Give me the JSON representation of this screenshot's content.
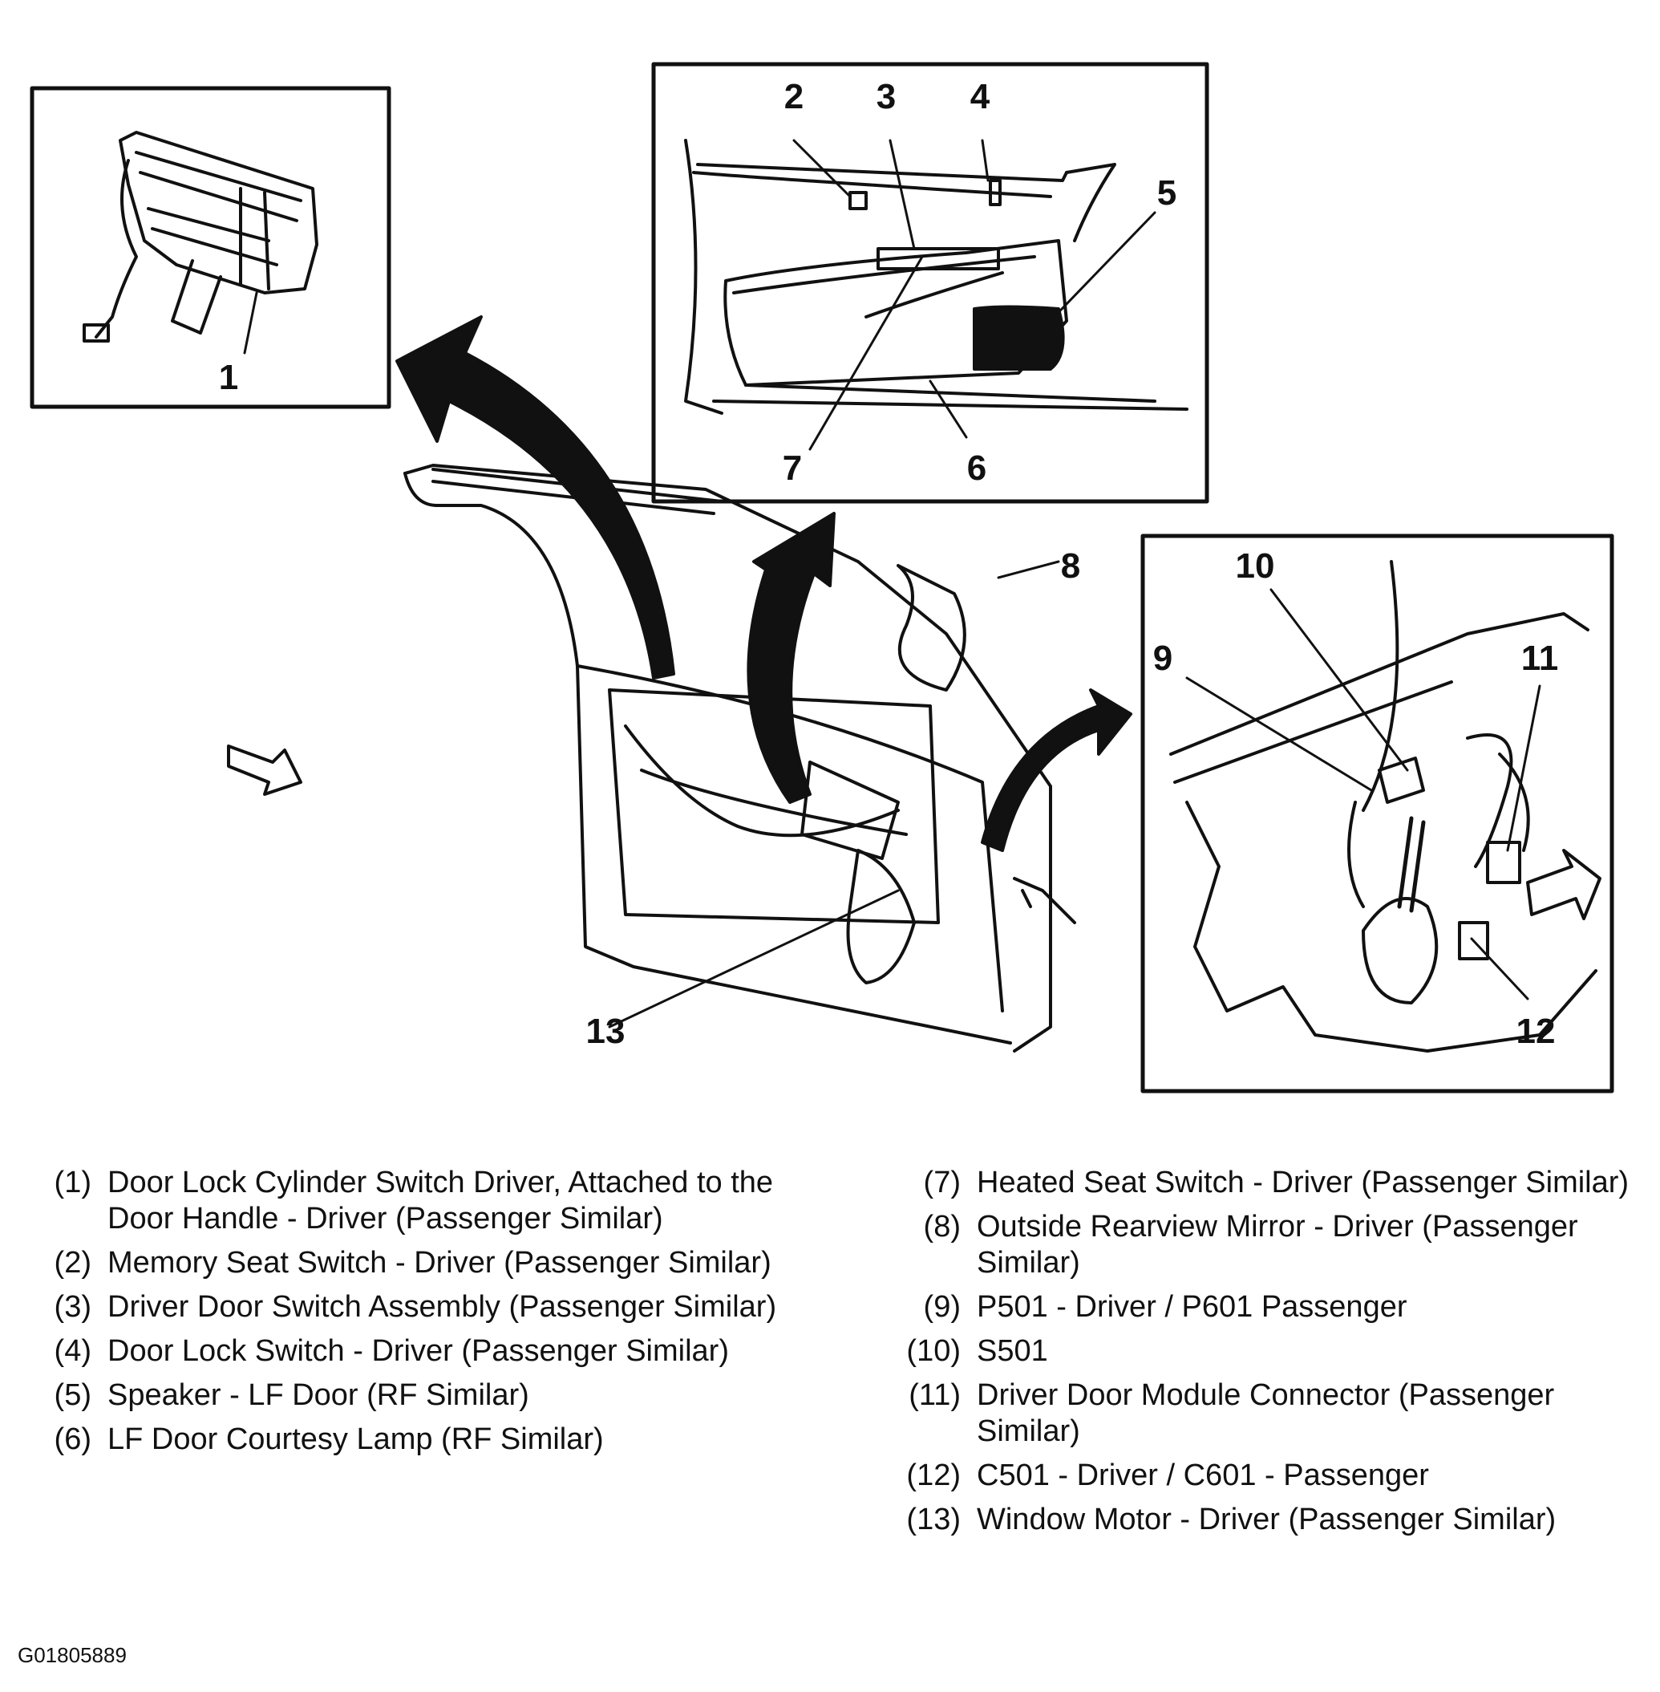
{
  "callouts": {
    "c1": "1",
    "c2": "2",
    "c3": "3",
    "c4": "4",
    "c5": "5",
    "c6": "6",
    "c7": "7",
    "c8": "8",
    "c9": "9",
    "c10": "10",
    "c11": "11",
    "c12": "12",
    "c13": "13"
  },
  "legend_left": [
    {
      "num": "(1)",
      "text": "Door Lock Cylinder Switch Driver, Attached to the Door Handle - Driver (Passenger Similar)"
    },
    {
      "num": "(2)",
      "text": "Memory Seat Switch - Driver (Passenger Similar)"
    },
    {
      "num": "(3)",
      "text": "Driver Door Switch Assembly (Passenger Similar)"
    },
    {
      "num": "(4)",
      "text": "Door Lock Switch - Driver (Passenger Similar)"
    },
    {
      "num": "(5)",
      "text": "Speaker - LF Door (RF Similar)"
    },
    {
      "num": "(6)",
      "text": "LF Door Courtesy Lamp (RF Similar)"
    }
  ],
  "legend_right": [
    {
      "num": "(7)",
      "text": "Heated Seat Switch - Driver (Passenger Similar)"
    },
    {
      "num": "(8)",
      "text": "Outside Rearview Mirror - Driver (Passenger Similar)"
    },
    {
      "num": "(9)",
      "text": "P501 - Driver / P601 Passenger"
    },
    {
      "num": "(10)",
      "text": "S501"
    },
    {
      "num": "(11)",
      "text": "Driver Door Module Connector (Passenger Similar)"
    },
    {
      "num": "(12)",
      "text": "C501 - Driver / C601 - Passenger"
    },
    {
      "num": "(13)",
      "text": "Window Motor - Driver (Passenger Similar)"
    }
  ],
  "figure_id": "G01805889"
}
